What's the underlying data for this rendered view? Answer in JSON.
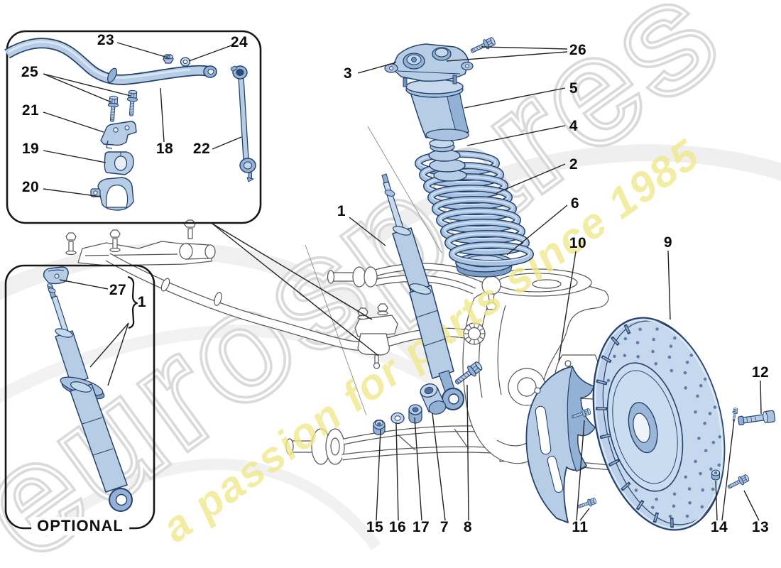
{
  "watermark": {
    "brand": "eurospares",
    "tagline": "a passion for parts since 1985",
    "brand_color": "#d9d9d9",
    "tagline_color": "#f0e88d"
  },
  "inset": {
    "optional_label": "OPTIONAL"
  },
  "part_labels": {
    "23": "23",
    "24": "24",
    "25": "25",
    "21": "21",
    "19": "19",
    "20": "20",
    "18": "18",
    "22": "22",
    "3": "3",
    "26": "26",
    "5": "5",
    "4": "4",
    "2": "2",
    "6": "6",
    "1_main": "1",
    "10": "10",
    "9": "9",
    "12": "12",
    "15": "15",
    "16": "16",
    "17": "17",
    "7": "7",
    "8": "8",
    "11": "11",
    "14": "14",
    "13": "13",
    "27": "27",
    "1_inset": "1"
  },
  "colors": {
    "part_fill": "#b7cde6",
    "part_light": "#c6d8ec",
    "part_mid": "#93b1d4",
    "part_dark": "#24416b",
    "outline_white_parts": "#555555",
    "leader": "#232323"
  }
}
